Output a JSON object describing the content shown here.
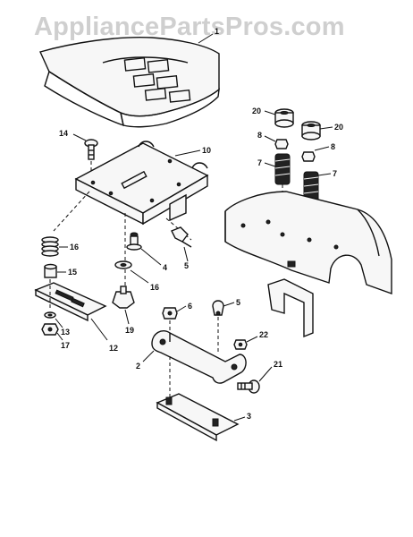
{
  "watermark": "AppliancePartsPros.com",
  "callouts": {
    "c1": "1",
    "c2": "2",
    "c3": "3",
    "c4": "4",
    "c5a": "5",
    "c5b": "5",
    "c6": "6",
    "c7a": "7",
    "c7b": "7",
    "c8a": "8",
    "c8b": "8",
    "c10": "10",
    "c12": "12",
    "c13": "13",
    "c14": "14",
    "c15": "15",
    "c16a": "16",
    "c16b": "16",
    "c17": "17",
    "c19": "19",
    "c20a": "20",
    "c20b": "20",
    "c21": "21",
    "c22": "22"
  }
}
